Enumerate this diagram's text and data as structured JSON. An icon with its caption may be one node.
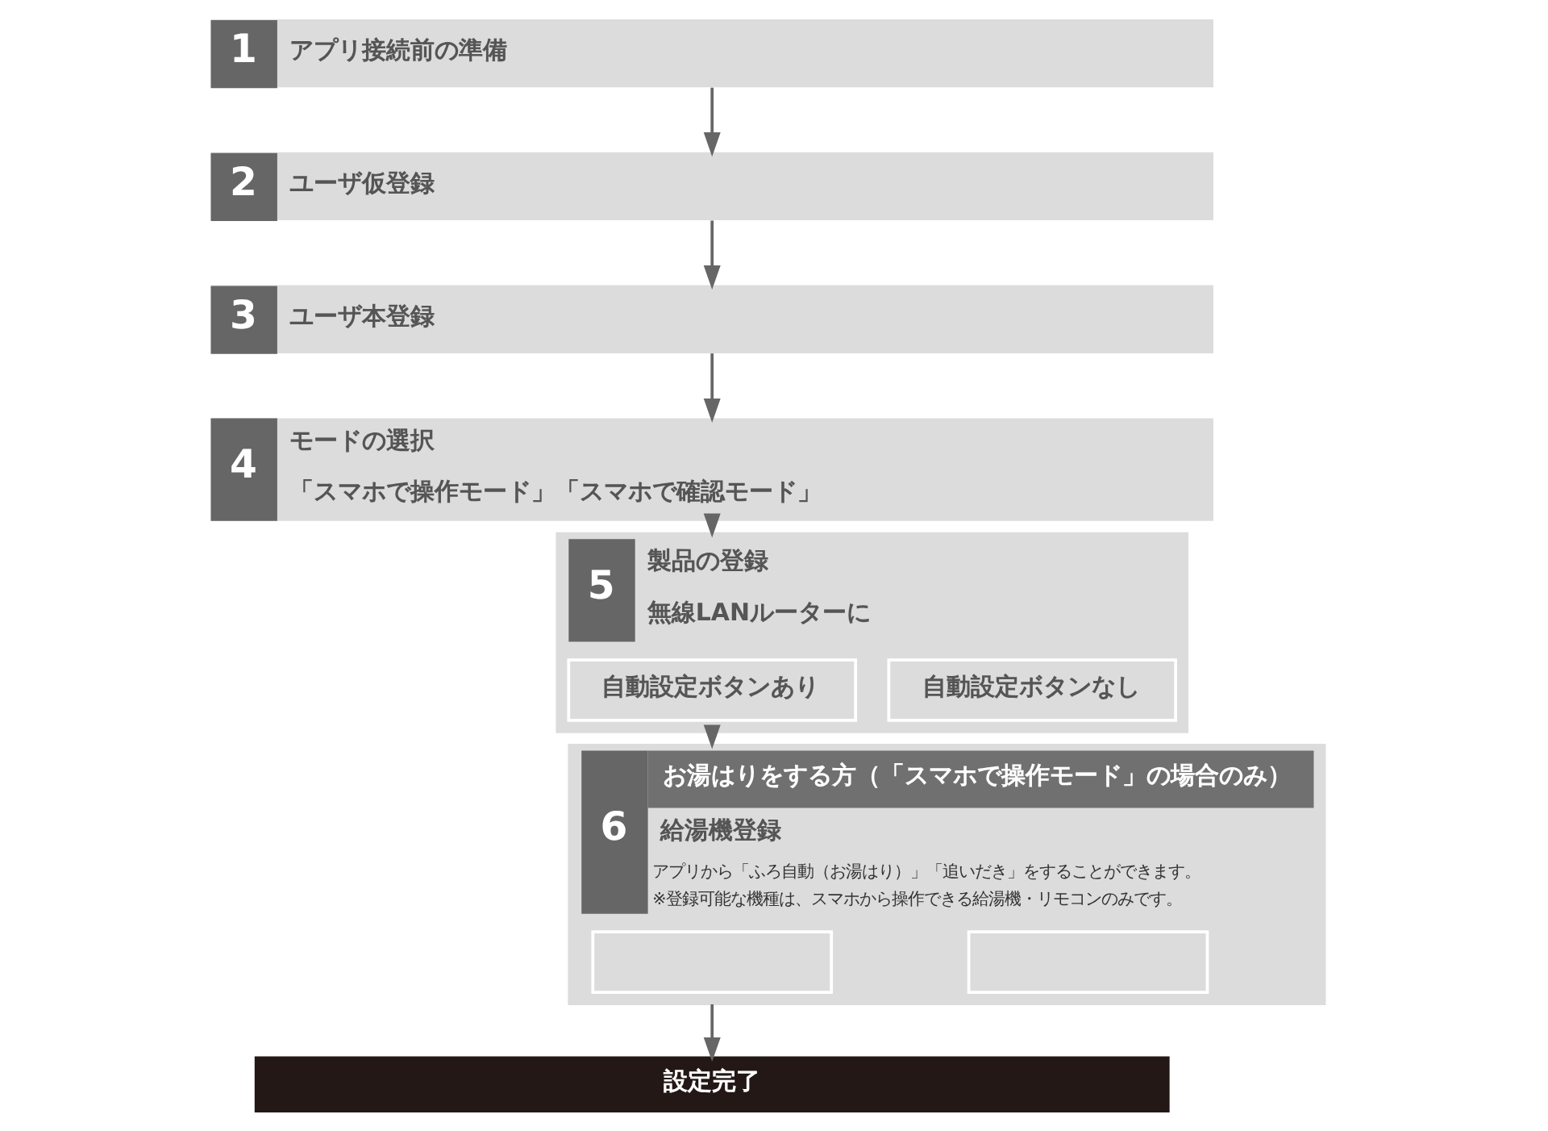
{
  "diagram": {
    "nodes": [
      {
        "text": [
          "1",
          "アプリ接続前の準備"
        ]
      },
      {
        "text": [
          "2",
          "ユーザ仮登録"
        ]
      },
      {
        "text": [
          "3",
          "ユーザ本登録"
        ]
      },
      {
        "text": [
          "4",
          "モードの選択",
          "「スマホで操作モード」「スマホで確認モード」"
        ]
      },
      {
        "text": [
          "5",
          "製品の登録",
          "無線LANルーターに"
        ]
      },
      {
        "text": [
          "自動設定ボタンあり"
        ],
        "in": 4
      },
      {
        "text": [
          "自動設定ボタンなし"
        ],
        "in": 4
      },
      {
        "text": [
          "6",
          "お湯はりをする方（「スマホで操作モード」の場合のみ）",
          "給湯機登録",
          "アプリから「ふろ自動（お湯はり）」「追いだき」をすることができます。",
          "※登録可能な機種は、スマホから操作できる給湯機・リモコンのみです。"
        ]
      },
      {
        "text": [],
        "shape": "box",
        "in": 7
      },
      {
        "text": [],
        "shape": "box",
        "in": 7
      },
      {
        "text": [
          "設定完了"
        ]
      }
    ],
    "edges": [
      {
        "from": 0,
        "to": 1,
        "arrow": "to"
      },
      {
        "from": 1,
        "to": 2,
        "arrow": "to"
      },
      {
        "from": 2,
        "to": 3,
        "arrow": "to"
      },
      {
        "from": 3,
        "to": 4,
        "arrow": "to"
      },
      {
        "from": 4,
        "to": 7,
        "arrow": "to"
      },
      {
        "from": 7,
        "to": 10,
        "arrow": "to"
      }
    ]
  }
}
